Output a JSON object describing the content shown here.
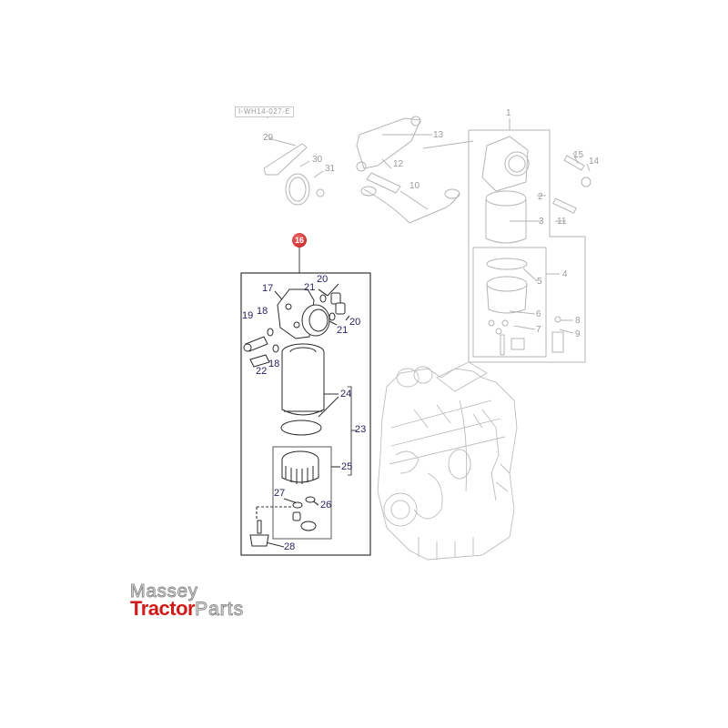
{
  "diagram": {
    "reference_code": "I-WH14-027-E",
    "highlighted_callout": "16",
    "accent_color": "#c01818",
    "label_color_active": "#23235f",
    "label_color_faded": "#9a9a9a",
    "faded_parts": {
      "p1": "1",
      "p2": "2",
      "p3": "3",
      "p4": "4",
      "p5": "5",
      "p6": "6",
      "p7": "7",
      "p8": "8",
      "p9": "9",
      "p10": "10",
      "p11": "11",
      "p12": "12",
      "p13": "13",
      "p14": "14",
      "p15": "15",
      "p29": "29",
      "p30": "30",
      "p31": "31"
    },
    "active_parts": {
      "p17": "17",
      "p18a": "18",
      "p18b": "18",
      "p19": "19",
      "p20a": "20",
      "p20b": "20",
      "p21a": "21",
      "p21b": "21",
      "p22": "22",
      "p23": "23",
      "p24": "24",
      "p25": "25",
      "p26": "26",
      "p27": "27",
      "p28": "28"
    }
  },
  "logo": {
    "line1": "Massey",
    "line2_bold": "Tractor",
    "line2_light": "Parts"
  }
}
